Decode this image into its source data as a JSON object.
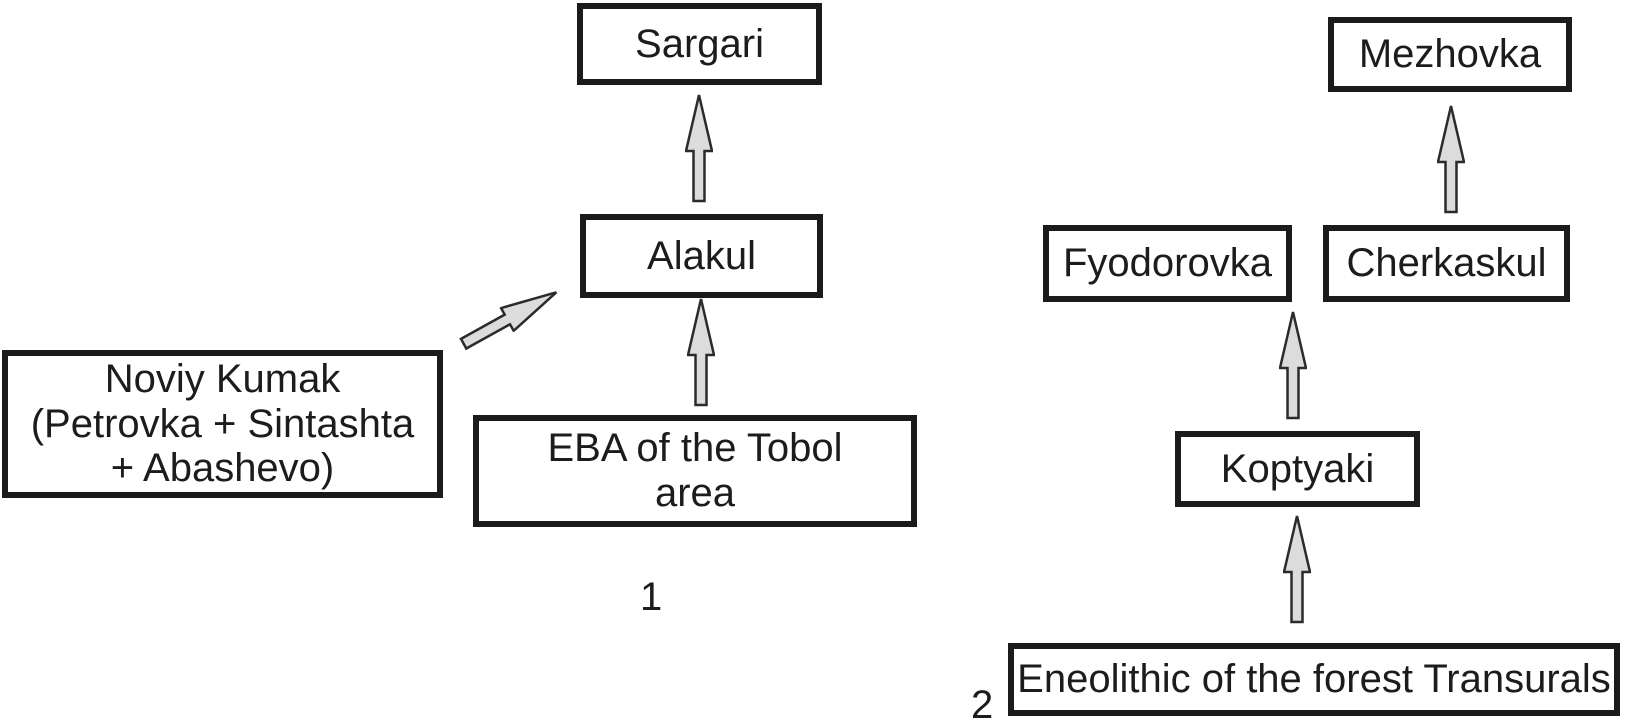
{
  "figure": {
    "panel1": {
      "label": "1",
      "sargari": {
        "text": "Sargari"
      },
      "alakul": {
        "text": "Alakul"
      },
      "eba_tobol": {
        "text": "EBA of the Tobol area",
        "lines": [
          "EBA of the Tobol",
          "area"
        ]
      },
      "noviy_kumak": {
        "text": "Noviy Kumak (Petrovka + Sintashta + Abashevo)",
        "lines": [
          "Noviy Kumak",
          "(Petrovka + Sintashta",
          "+ Abashevo)"
        ]
      }
    },
    "panel2": {
      "label": "2",
      "mezhovka": {
        "text": "Mezhovka"
      },
      "fyodorovka": {
        "text": "Fyodorovka"
      },
      "cherkaskul": {
        "text": "Cherkaskul"
      },
      "koptyaki": {
        "text": "Koptyaki"
      },
      "eneolithic": {
        "text": "Eneolithic of the forest Transurals"
      }
    }
  },
  "colors": {
    "background": "#ffffff",
    "box-fill": "#ffffff",
    "box-border": "#1b1b1b",
    "arrow-fill": "#dcdcdc",
    "arrow-stroke": "#2b2b2b",
    "text": "#1c1c1c"
  }
}
